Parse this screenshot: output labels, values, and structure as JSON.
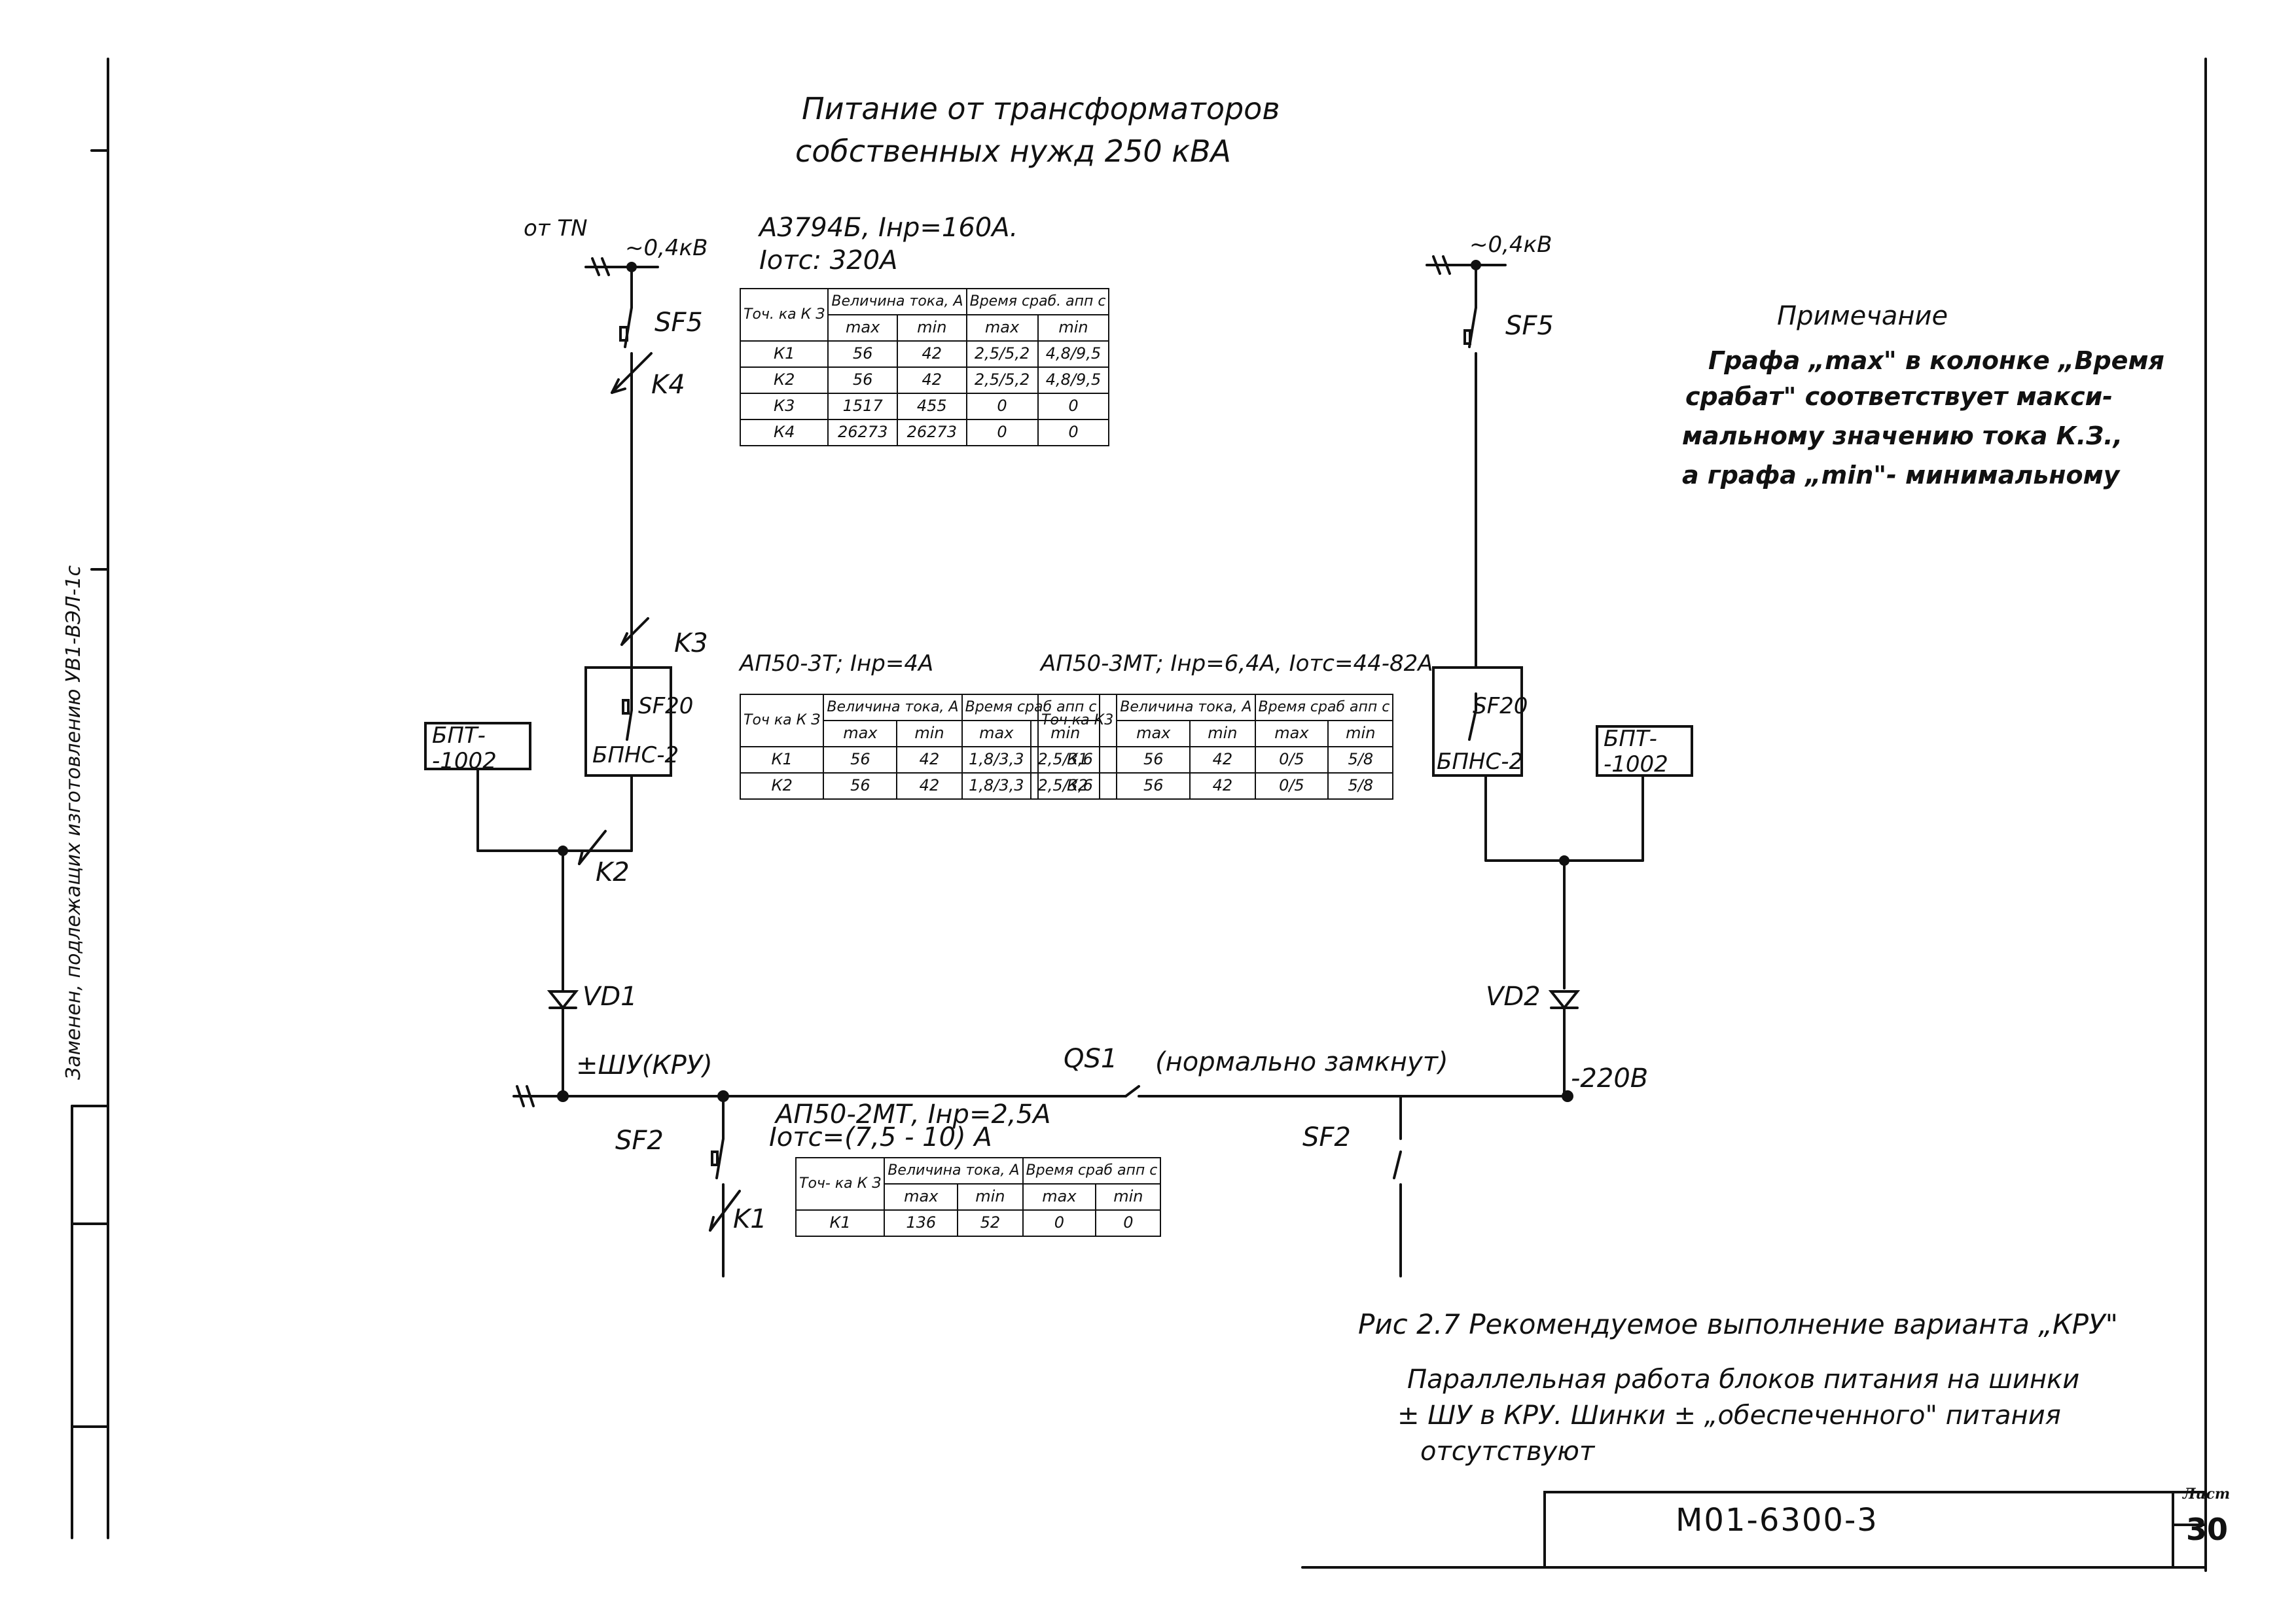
{
  "title_line1": "Питание от трансформаторов",
  "title_line2": "собственных нужд 250 кВА",
  "left_feed": {
    "source_label": "от TN",
    "voltage": "~0,4кВ",
    "breaker_label": "SF5",
    "fault_point": "K4",
    "breaker_spec_line1": "А3794Б, Iнр=160А.",
    "breaker_spec_line2": "Iотс: 320А"
  },
  "right_feed": {
    "voltage": "~0,4кВ",
    "breaker_label": "SF5"
  },
  "table_main": {
    "headers": [
      "Точ. ка К З",
      "Величина тока, А",
      "Время сраб. апп с"
    ],
    "subheaders": [
      "max",
      "min",
      "max",
      "min"
    ],
    "rows": [
      [
        "К1",
        "56",
        "42",
        "2,5/5,2",
        "4,8/9,5"
      ],
      [
        "К2",
        "56",
        "42",
        "2,5/5,2",
        "4,8/9,5"
      ],
      [
        "К3",
        "1517",
        "455",
        "0",
        "0"
      ],
      [
        "К4",
        "26273",
        "26273",
        "0",
        "0"
      ]
    ]
  },
  "note": {
    "heading": "Примечание",
    "line1": "Графа „max\" в колонке „Время",
    "line2": "срабат\" соответствует макси-",
    "line3": "мальному значению тока К.З.,",
    "line4": "а графа „min\"- минимальному"
  },
  "left_unit": {
    "fault_point": "K3",
    "breaker": "SF20",
    "block": "БПНС-2",
    "bpt": "БПТ- -1002",
    "fault_k2": "K2",
    "diode": "VD1"
  },
  "right_unit": {
    "breaker": "SF20",
    "block": "БПНС-2",
    "bpt": "БПТ- -1002",
    "diode": "VD2"
  },
  "table_ap3t": {
    "caption": "АП50-3Т; Iнр=4А",
    "headers": [
      "Точ ка К З",
      "Величина тока, А",
      "Время сраб апп с"
    ],
    "subheaders": [
      "max",
      "min",
      "max",
      "min"
    ],
    "rows": [
      [
        "К1",
        "56",
        "42",
        "1,8/3,3",
        "2,5/3,6"
      ],
      [
        "К2",
        "56",
        "42",
        "1,8/3,3",
        "2,5/3,6"
      ]
    ]
  },
  "table_ap3mt": {
    "caption": "АП50-3МТ; Iнр=6,4А, Iотс=44-82А",
    "headers": [
      "Точ ка К3",
      "Величина тока, А",
      "Время сраб апп с"
    ],
    "subheaders": [
      "max",
      "min",
      "max",
      "min"
    ],
    "rows": [
      [
        "К1",
        "56",
        "42",
        "0/5",
        "5/8"
      ],
      [
        "К2",
        "56",
        "42",
        "0/5",
        "5/8"
      ]
    ]
  },
  "bus": {
    "left_label": "±ШУ(КРУ)",
    "switch_label": "QS1",
    "switch_note": "(нормально замкнут)",
    "right_label": "-220В",
    "left_breaker": "SF2",
    "left_fault": "K1",
    "right_breaker": "SF2",
    "spec_line1": "АП50-2МТ, Iнр=2,5А",
    "spec_line2": "Iотс=(7,5 - 10) А"
  },
  "table_ap2mt": {
    "headers": [
      "Точ- ка К З",
      "Величина тока, А",
      "Время сраб апп с"
    ],
    "subheaders": [
      "max",
      "min",
      "max",
      "min"
    ],
    "rows": [
      [
        "К1",
        "136",
        "52",
        "0",
        "0"
      ]
    ]
  },
  "caption": {
    "line1": "Рис 2.7 Рекомендуемое выполнение варианта „КРУ\"",
    "line2": "Параллельная работа блоков питания на шинки",
    "line3": "± ШУ в КРУ. Шинки ± „обеспеченного\" питания",
    "line4": "отсутствуют"
  },
  "stamp": {
    "code": "М01-6300-3",
    "sheet_label": "Лист",
    "sheet_number": "30"
  },
  "side_strip": "Заменен, подлежащих изготовлению УВ1-ВЭЛ-1с"
}
